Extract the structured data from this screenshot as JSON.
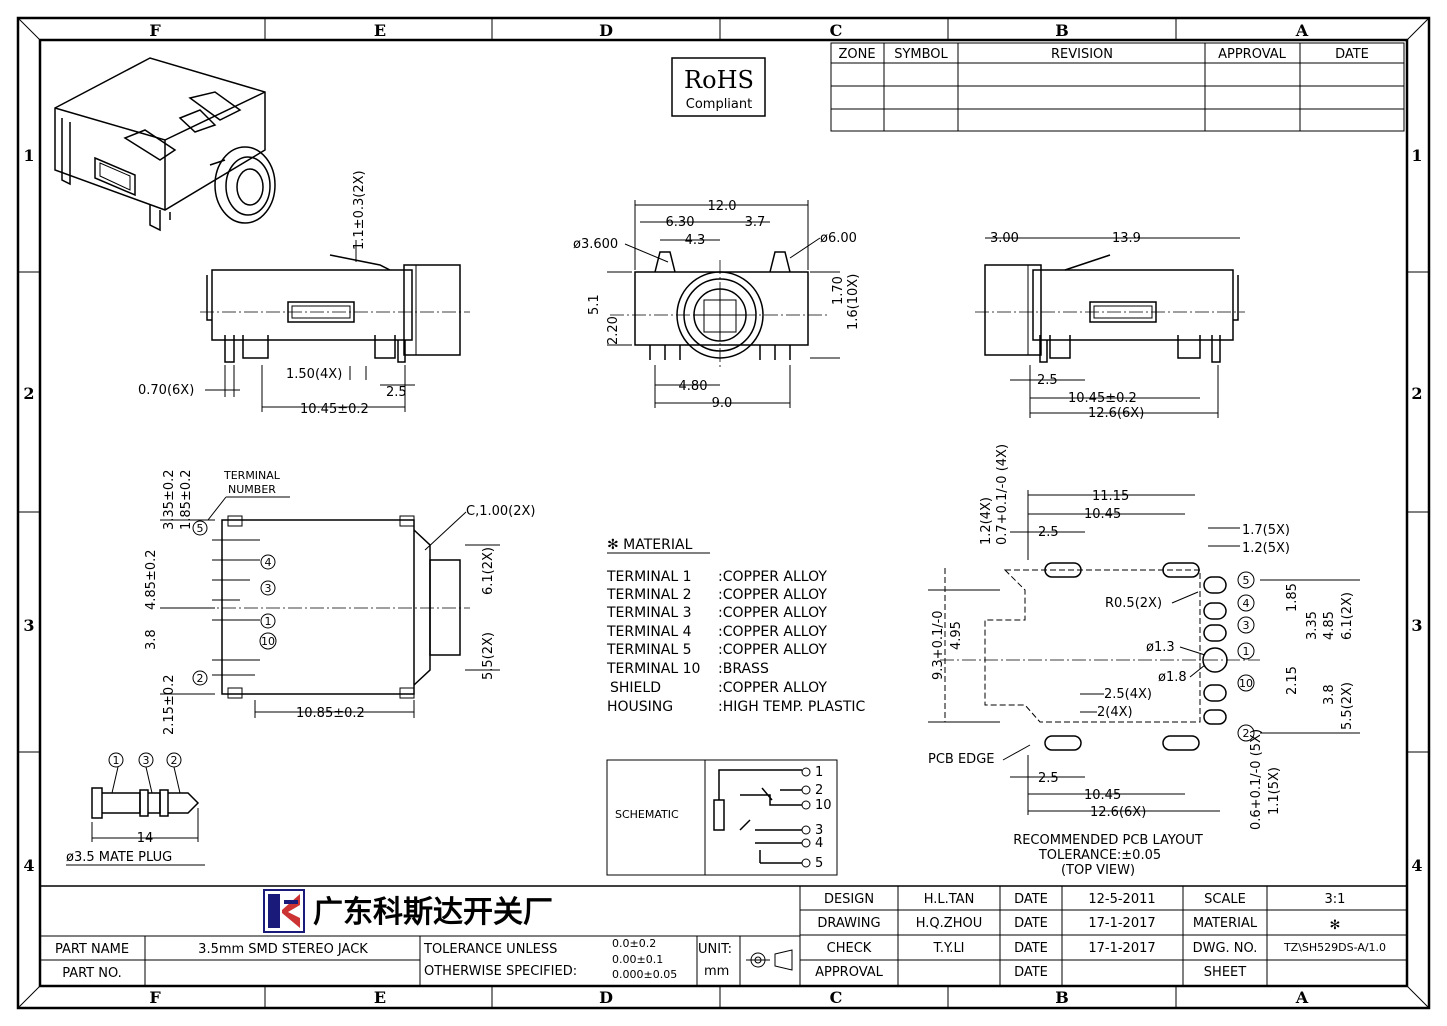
{
  "zones_top": [
    "F",
    "E",
    "D",
    "C",
    "B",
    "A"
  ],
  "zones_side": [
    "1",
    "2",
    "3",
    "4"
  ],
  "rohs": {
    "line1": "RoHS",
    "line2": "Compliant"
  },
  "revision_table": {
    "headers": [
      "ZONE",
      "SYMBOL",
      "REVISION",
      "APPROVAL",
      "DATE"
    ]
  },
  "views": {
    "side_left": {
      "height_dim": "1.1±0.3(2X)",
      "pin_dim": "0.70(6X)",
      "pitch_dim": "1.50(4X)",
      "gap_dim": "2.5",
      "length_dim": "10.45±0.2"
    },
    "front": {
      "width": "12.0",
      "left": "6.30",
      "right": "3.7",
      "inner": "4.3",
      "hole_small": "ø3.600",
      "hole_big": "ø6.00",
      "h1": "1.70",
      "h2": "1.6(10X)",
      "v1": "5.1",
      "v2": "2.20",
      "bottom_inner": "4.80",
      "bottom": "9.0"
    },
    "side_right": {
      "left": "3.00",
      "right": "13.9",
      "gap": "2.5",
      "length": "10.45±0.2",
      "total": "12.6(6X)"
    },
    "top": {
      "terminal_label": "TERMINAL",
      "number_label": "NUMBER",
      "d1": "3.35±0.2",
      "d2": "1.85±0.2",
      "d3": "4.85±0.2",
      "d4": "3.8",
      "d5": "2.15±0.2",
      "chamfer": "C,1.00(2X)",
      "d6": "6.1(2X)",
      "d7": "5.5(2X)",
      "length": "10.85±0.2",
      "terminals": [
        "5",
        "4",
        "3",
        "1",
        "10",
        "2"
      ]
    },
    "plug": {
      "labels": [
        "1",
        "3",
        "2"
      ],
      "len": "14",
      "caption": "ø3.5 MATE PLUG"
    },
    "pcb": {
      "d1115": "11.15",
      "d1045": "10.45",
      "d25": "2.5",
      "d12": "1.2(4X)",
      "d07": "0.7+0.1/-0 (4X)",
      "d17": "1.7(5X)",
      "d125": "1.2(5X)",
      "r05": "R0.5(2X)",
      "d13": "ø1.3",
      "d18": "ø1.8",
      "d495": "4.95",
      "d93": "9.3+0.1/-0",
      "d185": "1.85",
      "d335": "3.35",
      "d485": "4.85",
      "d61": "6.1(2X)",
      "d215": "2.15",
      "d38": "3.8",
      "d55": "5.5(2X)",
      "d254": "2.5(4X)",
      "d24": "2(4X)",
      "pcb_edge": "PCB EDGE",
      "d25b": "2.5",
      "d1045b": "10.45",
      "d126": "12.6(6X)",
      "d06": "0.6+0.1/-0 (5X)",
      "d115": "1.1(5X)",
      "caption1": "RECOMMENDED PCB LAYOUT",
      "caption2": "TOLERANCE:±0.05",
      "caption3": "(TOP VIEW)",
      "terminals": [
        "5",
        "4",
        "3",
        "1",
        "10",
        "2"
      ]
    }
  },
  "material": {
    "title": "✻ MATERIAL",
    "rows": [
      {
        "part": "TERMINAL  1",
        "mat": ":COPPER  ALLOY"
      },
      {
        "part": "TERMINAL  2",
        "mat": ":COPPER  ALLOY"
      },
      {
        "part": "TERMINAL  3",
        "mat": ":COPPER  ALLOY"
      },
      {
        "part": "TERMINAL  4",
        "mat": ":COPPER  ALLOY"
      },
      {
        "part": "TERMINAL  5",
        "mat": ":COPPER  ALLOY"
      },
      {
        "part": "TERMINAL  10",
        "mat": ":BRASS"
      },
      {
        "part": "SHIELD",
        "mat": ":COPPER  ALLOY"
      },
      {
        "part": "HOUSING",
        "mat": ":HIGH  TEMP.  PLASTIC"
      }
    ]
  },
  "schematic": {
    "label": "SCHEMATIC",
    "pins": [
      "1",
      "2",
      "10",
      "3",
      "4",
      "5"
    ]
  },
  "title_block": {
    "company": "广东科斯达开关厂",
    "part_name_label": "PART NAME",
    "part_name": "3.5mm  SMD  STEREO  JACK",
    "part_no_label": "PART NO.",
    "tolerance_1": "TOLERANCE  UNLESS",
    "tolerance_2": "OTHERWISE  SPECIFIED:",
    "tol_a": "0.0±0.2",
    "tol_b": "0.00±0.1",
    "tol_c": "0.000±0.05",
    "unit_label": "UNIT:",
    "unit": "mm",
    "design_label": "DESIGN",
    "design": "H.L.TAN",
    "drawing_label": "DRAWING",
    "drawing": "H.Q.ZHOU",
    "check_label": "CHECK",
    "check": "T.Y.LI",
    "approval_label": "APPROVAL",
    "date_label": "DATE",
    "date_design": "12-5-2011",
    "date_drawing": "17-1-2017",
    "date_check": "17-1-2017",
    "scale_label": "SCALE",
    "scale": "3:1",
    "material_label": "MATERIAL",
    "material": "✻",
    "dwg_label": "DWG. NO.",
    "dwg": "TZ\\SH529DS-A/1.0",
    "sheet_label": "SHEET"
  }
}
